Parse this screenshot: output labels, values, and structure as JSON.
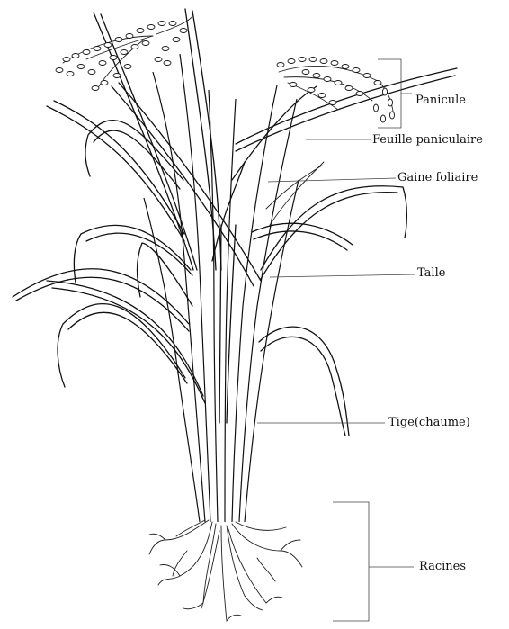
{
  "labels": {
    "panicule": "Panicule",
    "feuille_paniculaire": "Feuille paniculaire",
    "gaine_foliaire": "Gaine foliaire",
    "talle": "Talle",
    "tige": "Tige(chaume)",
    "racines": "Racines"
  }
}
